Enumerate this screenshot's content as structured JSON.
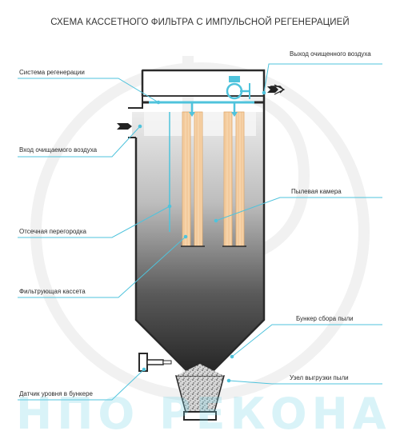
{
  "title": "СХЕМА КАССЕТНОГО ФИЛЬТРА С ИМПУЛЬСНОЙ РЕГЕНЕРАЦИЕЙ",
  "labels": {
    "outlet": "Выход очищенного воздуха",
    "regen": "Система регенерации",
    "inlet": "Вход очищаемого воздуха",
    "dust_chamber": "Пылевая камера",
    "partition": "Отсечная перегородка",
    "cassette": "Фильтрующая кассета",
    "hopper": "Бункер сбора пыли",
    "discharge": "Узел выгрузки пыли",
    "level_sensor": "Датчик уровня в бункере"
  },
  "watermark": "НПО РЕКОНА",
  "colors": {
    "body_dark": "#2a2a2a",
    "body_light": "#e4e4e4",
    "leader": "#4fc3dc",
    "cassette_fill": "#f4cfa3",
    "pulse_pipe": "#4fc3dc",
    "arrow": "#222222"
  }
}
